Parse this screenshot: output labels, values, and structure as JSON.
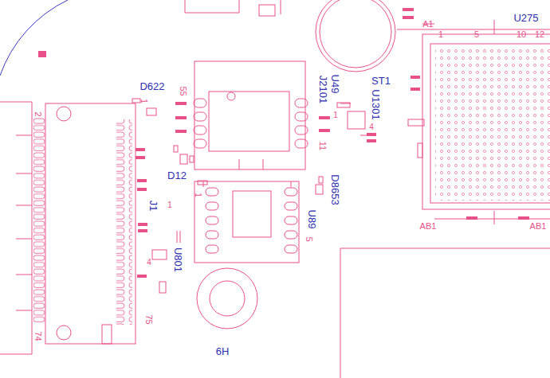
{
  "diagram": {
    "labels": [
      "U275",
      "A1",
      "1",
      "5",
      "10",
      "12",
      "AB1",
      "AB1",
      "D622",
      "U49",
      "J2101",
      "ST1",
      "U1301",
      "1",
      "4",
      "55",
      "1",
      "2",
      "11",
      "D12",
      "1",
      "D8653",
      "J1",
      "U89",
      "5",
      "1",
      "U801",
      "4",
      "74",
      "75",
      "6H"
    ]
  }
}
